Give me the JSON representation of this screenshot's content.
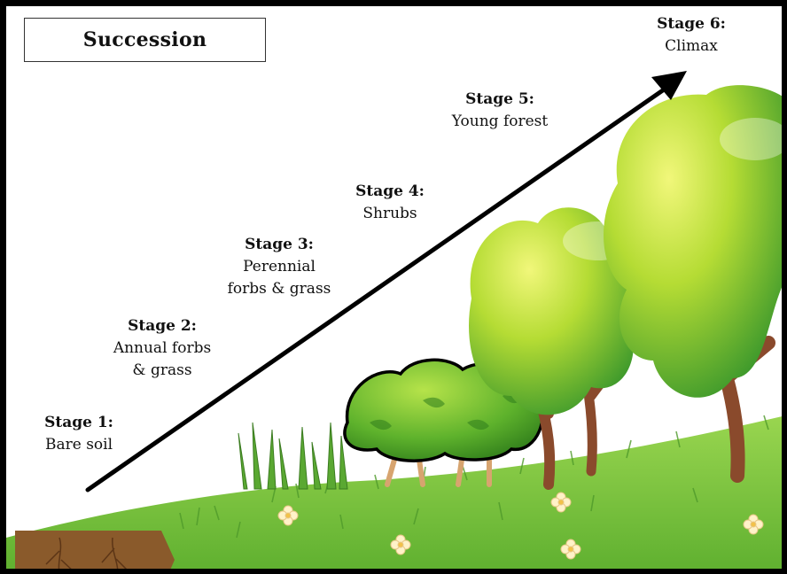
{
  "title": "Succession",
  "stages": [
    {
      "heading": "Stage 1:",
      "description": "Bare soil"
    },
    {
      "heading": "Stage 2:",
      "description": "Annual forbs\n& grass"
    },
    {
      "heading": "Stage 3:",
      "description": "Perennial\nforbs & grass"
    },
    {
      "heading": "Stage 4:",
      "description": "Shrubs"
    },
    {
      "heading": "Stage 5:",
      "description": "Young forest"
    },
    {
      "heading": "Stage 6:",
      "description": "Climax"
    }
  ],
  "colors": {
    "arrow": "#000000",
    "grass": "#7cc843",
    "grass_dark": "#4f9a2a",
    "soil": "#8a5a2b",
    "tree_trunk": "#8a4a2c",
    "foliage_light": "#d6ea3c",
    "foliage_dark": "#3e9a2a",
    "flower": "#fff2c8"
  }
}
